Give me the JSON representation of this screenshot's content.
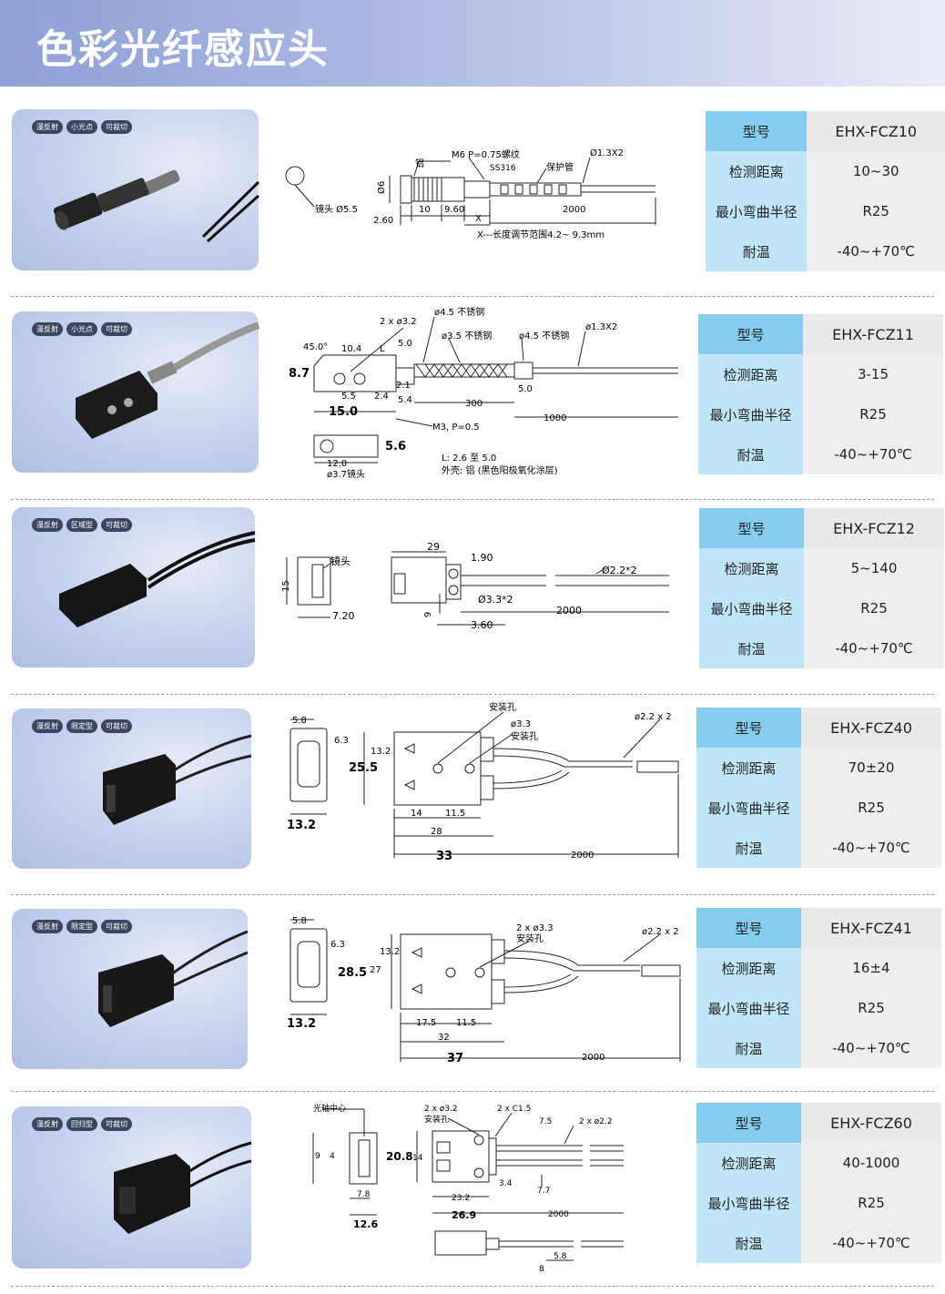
{
  "page": {
    "title": "色彩光纤感应头"
  },
  "spec_labels": {
    "model": "型号",
    "distance": "检测距离",
    "bend_radius": "最小弯曲半径",
    "temperature": "耐温"
  },
  "products": [
    {
      "tags": [
        "漫反射",
        "小光点",
        "可裁切"
      ],
      "model": "EHX-FCZ10",
      "distance": "10~30",
      "bend_radius": "R25",
      "temperature": "-40~+70℃",
      "dims": {
        "thread": "M6 P=0.75螺纹",
        "ss": "SS316",
        "al": "铝",
        "sleeve": "保护管",
        "fiber": "Ø1.3X2",
        "d6": "Ø6",
        "lens": "镜头 Ø5.5",
        "d260": "2.60",
        "d10": "10",
        "d960": "9.60",
        "x": "X",
        "d2000": "2000",
        "note": "X---长度调节范围4.2~ 9.3mm"
      }
    },
    {
      "tags": [
        "漫反射",
        "小光点",
        "可裁切"
      ],
      "model": "EHX-FCZ11",
      "distance": "3-15",
      "bend_radius": "R25",
      "temperature": "-40~+70℃",
      "dims": {
        "holes": "2 x ø3.2",
        "ss45": "ø4.5 不锈钢",
        "ss35": "ø3.5 不锈钢",
        "ss45b": "ø4.5 不锈钢",
        "fiber": "ø1.3X2",
        "angle": "45.0°",
        "d104": "10.4",
        "L": "L",
        "d50": "5.0",
        "d87": "8.7",
        "d55": "5.5",
        "d21": "2.1",
        "d24": "2.4",
        "d54": "5.4",
        "d300": "300",
        "d50b": "5.0",
        "d150": "15.0",
        "d1000": "1000",
        "m3": "M3, P=0.5",
        "d56": "5.6",
        "d120": "12.0",
        "lens": "ø3.7镜头",
        "L_range": "L: 2.6 至 5.0",
        "shell": "外壳: 铝 (黑色阳极氧化涂层)"
      }
    },
    {
      "tags": [
        "漫反射",
        "区域型",
        "可裁切"
      ],
      "model": "EHX-FCZ12",
      "distance": "5~140",
      "bend_radius": "R25",
      "temperature": "-40~+70℃",
      "dims": {
        "lens": "镜头",
        "d15": "15",
        "d720": "7.20",
        "d29": "29",
        "d190": "1.90",
        "fiber": "Ø2.2*2",
        "hole": "Ø3.3*2",
        "d2000": "2000",
        "d9": "9",
        "d360": "3.60"
      }
    },
    {
      "tags": [
        "漫反射",
        "限定型",
        "可裁切"
      ],
      "model": "EHX-FCZ40",
      "distance": "70±20",
      "bend_radius": "R25",
      "temperature": "-40~+70℃",
      "dims": {
        "d58": "5.8",
        "d63": "6.3",
        "d132s": "13.2",
        "mount": "安装孔",
        "hole": "ø3.3",
        "mount2": "安装孔",
        "fiber": "ø2.2 x 2",
        "d132": "13.2",
        "d255": "25.5",
        "d14": "14",
        "d115": "11.5",
        "d28": "28",
        "d33": "33",
        "d2000": "2000"
      }
    },
    {
      "tags": [
        "漫反射",
        "限定型",
        "可裁切"
      ],
      "model": "EHX-FCZ41",
      "distance": "16±4",
      "bend_radius": "R25",
      "temperature": "-40~+70℃",
      "dims": {
        "d58": "5.8",
        "d63": "6.3",
        "holes": "2 x ø3.3",
        "mount": "安装孔",
        "fiber": "ø2.2 x 2",
        "d132": "13.2",
        "d285": "28.5",
        "d27": "27",
        "d132s": "13.2",
        "d175": "17.5",
        "d115": "11.5",
        "d32": "32",
        "d37": "37",
        "d2000": "2000"
      }
    },
    {
      "tags": [
        "漫反射",
        "回归型",
        "可裁切"
      ],
      "model": "EHX-FCZ60",
      "distance": "40-1000",
      "bend_radius": "R25",
      "temperature": "-40~+70℃",
      "dims": {
        "axis": "光轴中心",
        "holes": "2 x ø3.2",
        "mount": "安装孔",
        "chamfer": "2 x C1.5",
        "d75": "7.5",
        "fiber": "2 x ø2.2",
        "d9": "9",
        "d4": "4",
        "d208": "20.8",
        "d14": "14",
        "d78": "7.8",
        "d126": "12.6",
        "d34": "3.4",
        "d77": "7.7",
        "d232": "23.2",
        "d269": "26.9",
        "d2000": "2000",
        "d58": "5.8",
        "d8": "8"
      }
    }
  ]
}
